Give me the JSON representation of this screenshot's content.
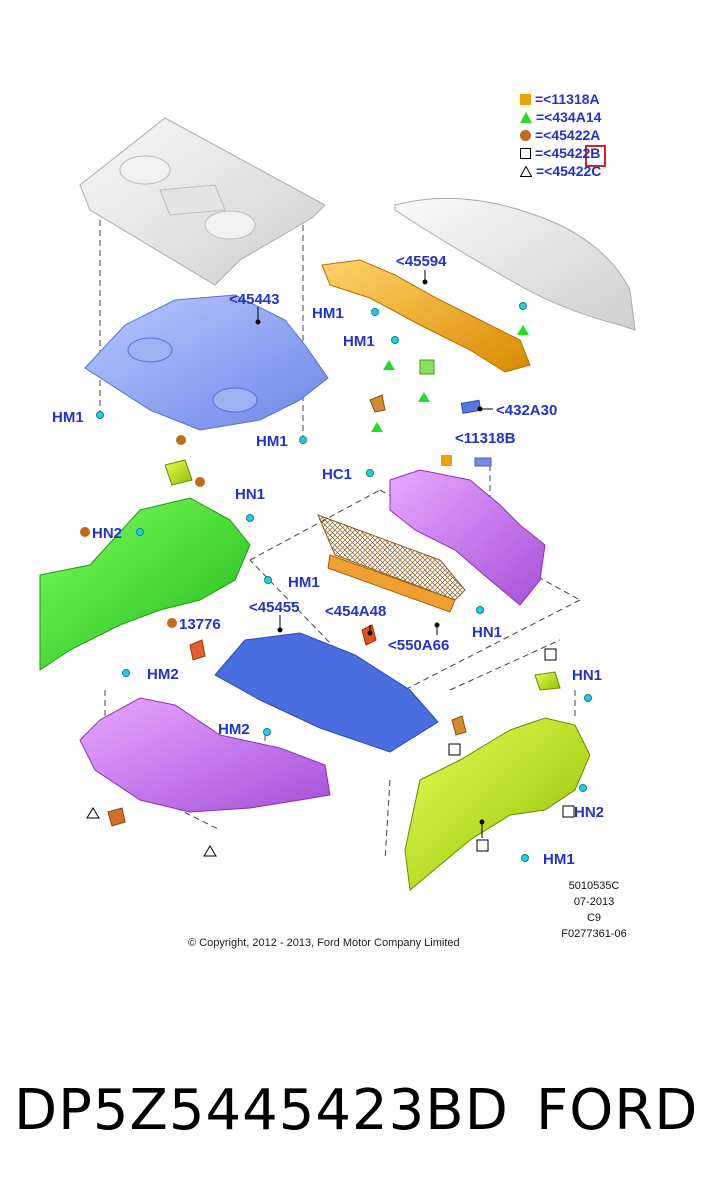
{
  "legend": [
    {
      "symbol": "orange-square",
      "text": "=<11318A"
    },
    {
      "symbol": "green-triangle",
      "text": "=<434A14"
    },
    {
      "symbol": "brown-circle",
      "text": "=<45422A"
    },
    {
      "symbol": "white-square",
      "text": "=<45422B"
    },
    {
      "symbol": "white-triangle",
      "text": "=<45422C"
    }
  ],
  "labels": {
    "p45594": "<45594",
    "p45443": "<45443",
    "p432A30": "<432A30",
    "p11318B": "<11318B",
    "p45455": "<45455",
    "p454A48": "<454A48",
    "p550A66": "<550A66",
    "p13776": "13776",
    "hm1_a": "HM1",
    "hm1_b": "HM1",
    "hm1_c": "HM1",
    "hm1_d": "HM1",
    "hm1_e": "HM1",
    "hm1_f": "HM1",
    "hn1_a": "HN1",
    "hn1_b": "HN1",
    "hn1_c": "HN1",
    "hn2_a": "HN2",
    "hn2_b": "HN2",
    "hm2_a": "HM2",
    "hm2_b": "HM2",
    "hc1": "HC1"
  },
  "meta": {
    "code": "5010535C",
    "date": "07-2013",
    "rev": "C9",
    "ref": "F0277361-06",
    "copyright": "© Copyright, 2012 - 2013, Ford Motor Company Limited"
  },
  "footer": {
    "part_number": "DP5Z5445423BD",
    "brand": "FORD"
  },
  "colors": {
    "label_blue": "#2233cc",
    "legend_orange": "#f0a000",
    "legend_green": "#22dd22",
    "legend_brown": "#c06a1a",
    "highlight_red": "#e02020"
  }
}
